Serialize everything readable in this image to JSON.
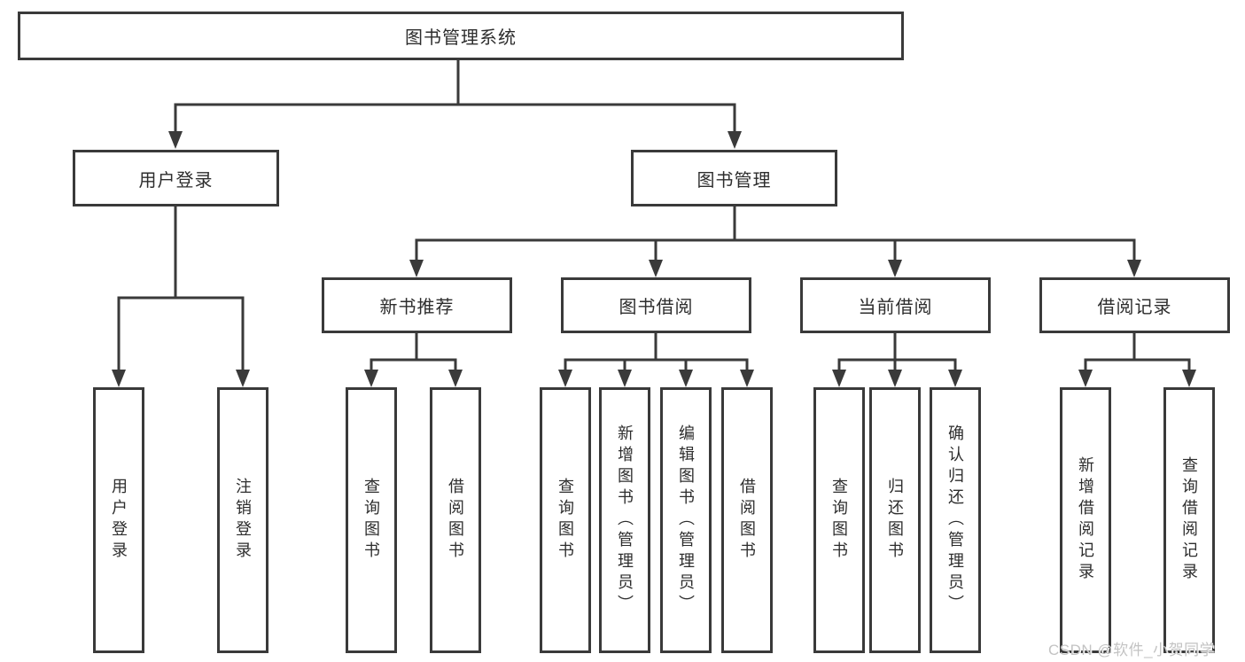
{
  "diagram": {
    "title": "图书管理系统",
    "level2": [
      {
        "label": "用户登录"
      },
      {
        "label": "图书管理"
      }
    ],
    "level3": [
      {
        "label": "新书推荐"
      },
      {
        "label": "图书借阅"
      },
      {
        "label": "当前借阅"
      },
      {
        "label": "借阅记录"
      }
    ],
    "leaves": [
      {
        "parent": "用户登录",
        "label": "用户登录"
      },
      {
        "parent": "用户登录",
        "label": "注销登录"
      },
      {
        "parent": "新书推荐",
        "label": "查询图书"
      },
      {
        "parent": "新书推荐",
        "label": "借阅图书"
      },
      {
        "parent": "图书借阅",
        "label": "查询图书"
      },
      {
        "parent": "图书借阅",
        "label": "新增图书（管理员）"
      },
      {
        "parent": "图书借阅",
        "label": "编辑图书（管理员）"
      },
      {
        "parent": "图书借阅",
        "label": "借阅图书"
      },
      {
        "parent": "当前借阅",
        "label": "查询图书"
      },
      {
        "parent": "当前借阅",
        "label": "归还图书"
      },
      {
        "parent": "当前借阅",
        "label": "确认归还（管理员）"
      },
      {
        "parent": "借阅记录",
        "label": "新增借阅记录"
      },
      {
        "parent": "借阅记录",
        "label": "查询借阅记录"
      }
    ],
    "watermark": "CSDN @软件_小贺同学",
    "colors": {
      "line": "#3a3a3a",
      "text": "#2d2d2d",
      "watermark": "#c3c3c3",
      "background": "#ffffff"
    }
  }
}
